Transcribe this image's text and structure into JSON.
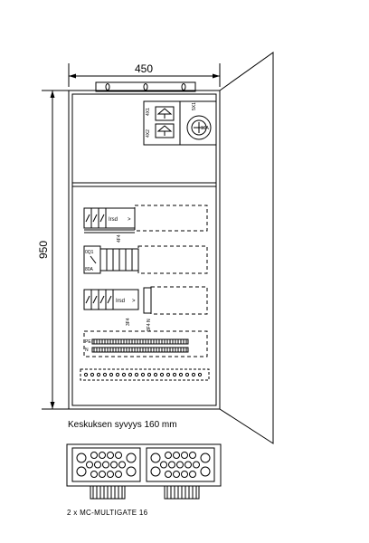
{
  "dimensions": {
    "width_label": "450",
    "height_label": "950",
    "depth_caption": "Keskuksen syvyys 160 mm"
  },
  "socket_panel": {
    "left_labels": [
      "4X1",
      "4X2"
    ],
    "right_label": "5X1",
    "rating_label": "16A"
  },
  "row1": {
    "device_label": "Irsd",
    "arrow": ">",
    "group_label": "4F4"
  },
  "row2": {
    "switch_label": "0Q1",
    "switch_rating": "80A"
  },
  "row3": {
    "device_label": "Irsd",
    "arrow": ">",
    "group_label": "3F4",
    "side_label": "3F4 N"
  },
  "terminals": {
    "pe_label": "PE",
    "n_label": "N"
  },
  "footer": {
    "gland_caption": "2 x MC-MULTIGATE 16"
  },
  "colors": {
    "line": "#000000",
    "background": "#ffffff"
  }
}
